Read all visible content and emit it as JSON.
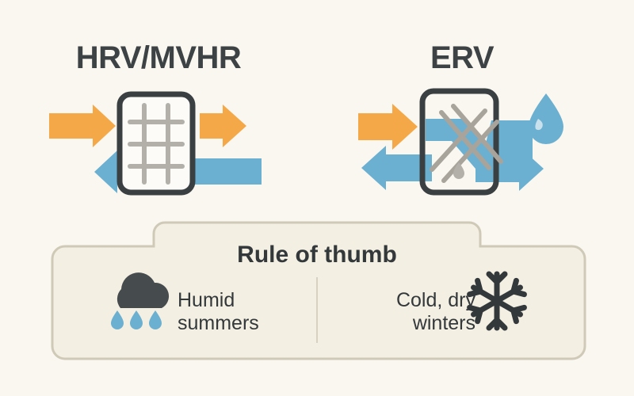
{
  "page": {
    "background_color": "#faf7f0",
    "title_text_color": "#3d4245"
  },
  "palette": {
    "warm_background": "#faf7f0",
    "supply_arrow_orange": "#f5a847",
    "exhaust_arrow_blue": "#6bb0d0",
    "core_outline_dark": "#3a3f42",
    "core_fill": "#fcfbf7",
    "core_grid_grey": "#b3b0aa",
    "card_fill": "#f4efe3",
    "card_border": "#cfc9b8",
    "cloud_dark": "#464c4e",
    "snowflake_dark": "#33383b",
    "droplet_blue": "#6bb0d0"
  },
  "units": [
    {
      "id": "hrv",
      "title": "HRV/MVHR",
      "core_type": "square-grid-core",
      "supply_arrow": "arrow-right-orange",
      "exhaust_arrow": "arrow-left-blue",
      "has_moisture_droplet": false
    },
    {
      "id": "erv",
      "title": "ERV",
      "core_type": "diagonal-lattice-core",
      "supply_arrow": "arrow-right-orange",
      "exhaust_arrow": "arrow-left-blue",
      "has_moisture_droplet": true
    }
  ],
  "card": {
    "title": "Rule of thumb",
    "items": [
      {
        "id": "humid-summers",
        "icon": "rain-cloud-icon",
        "line1": "Humid",
        "line2": "summers",
        "align": "left"
      },
      {
        "id": "cold-dry-winters",
        "icon": "snowflake-icon",
        "line1": "Cold, dry",
        "line2": "winters",
        "align": "right"
      }
    ],
    "divider": "vertical-divider"
  }
}
